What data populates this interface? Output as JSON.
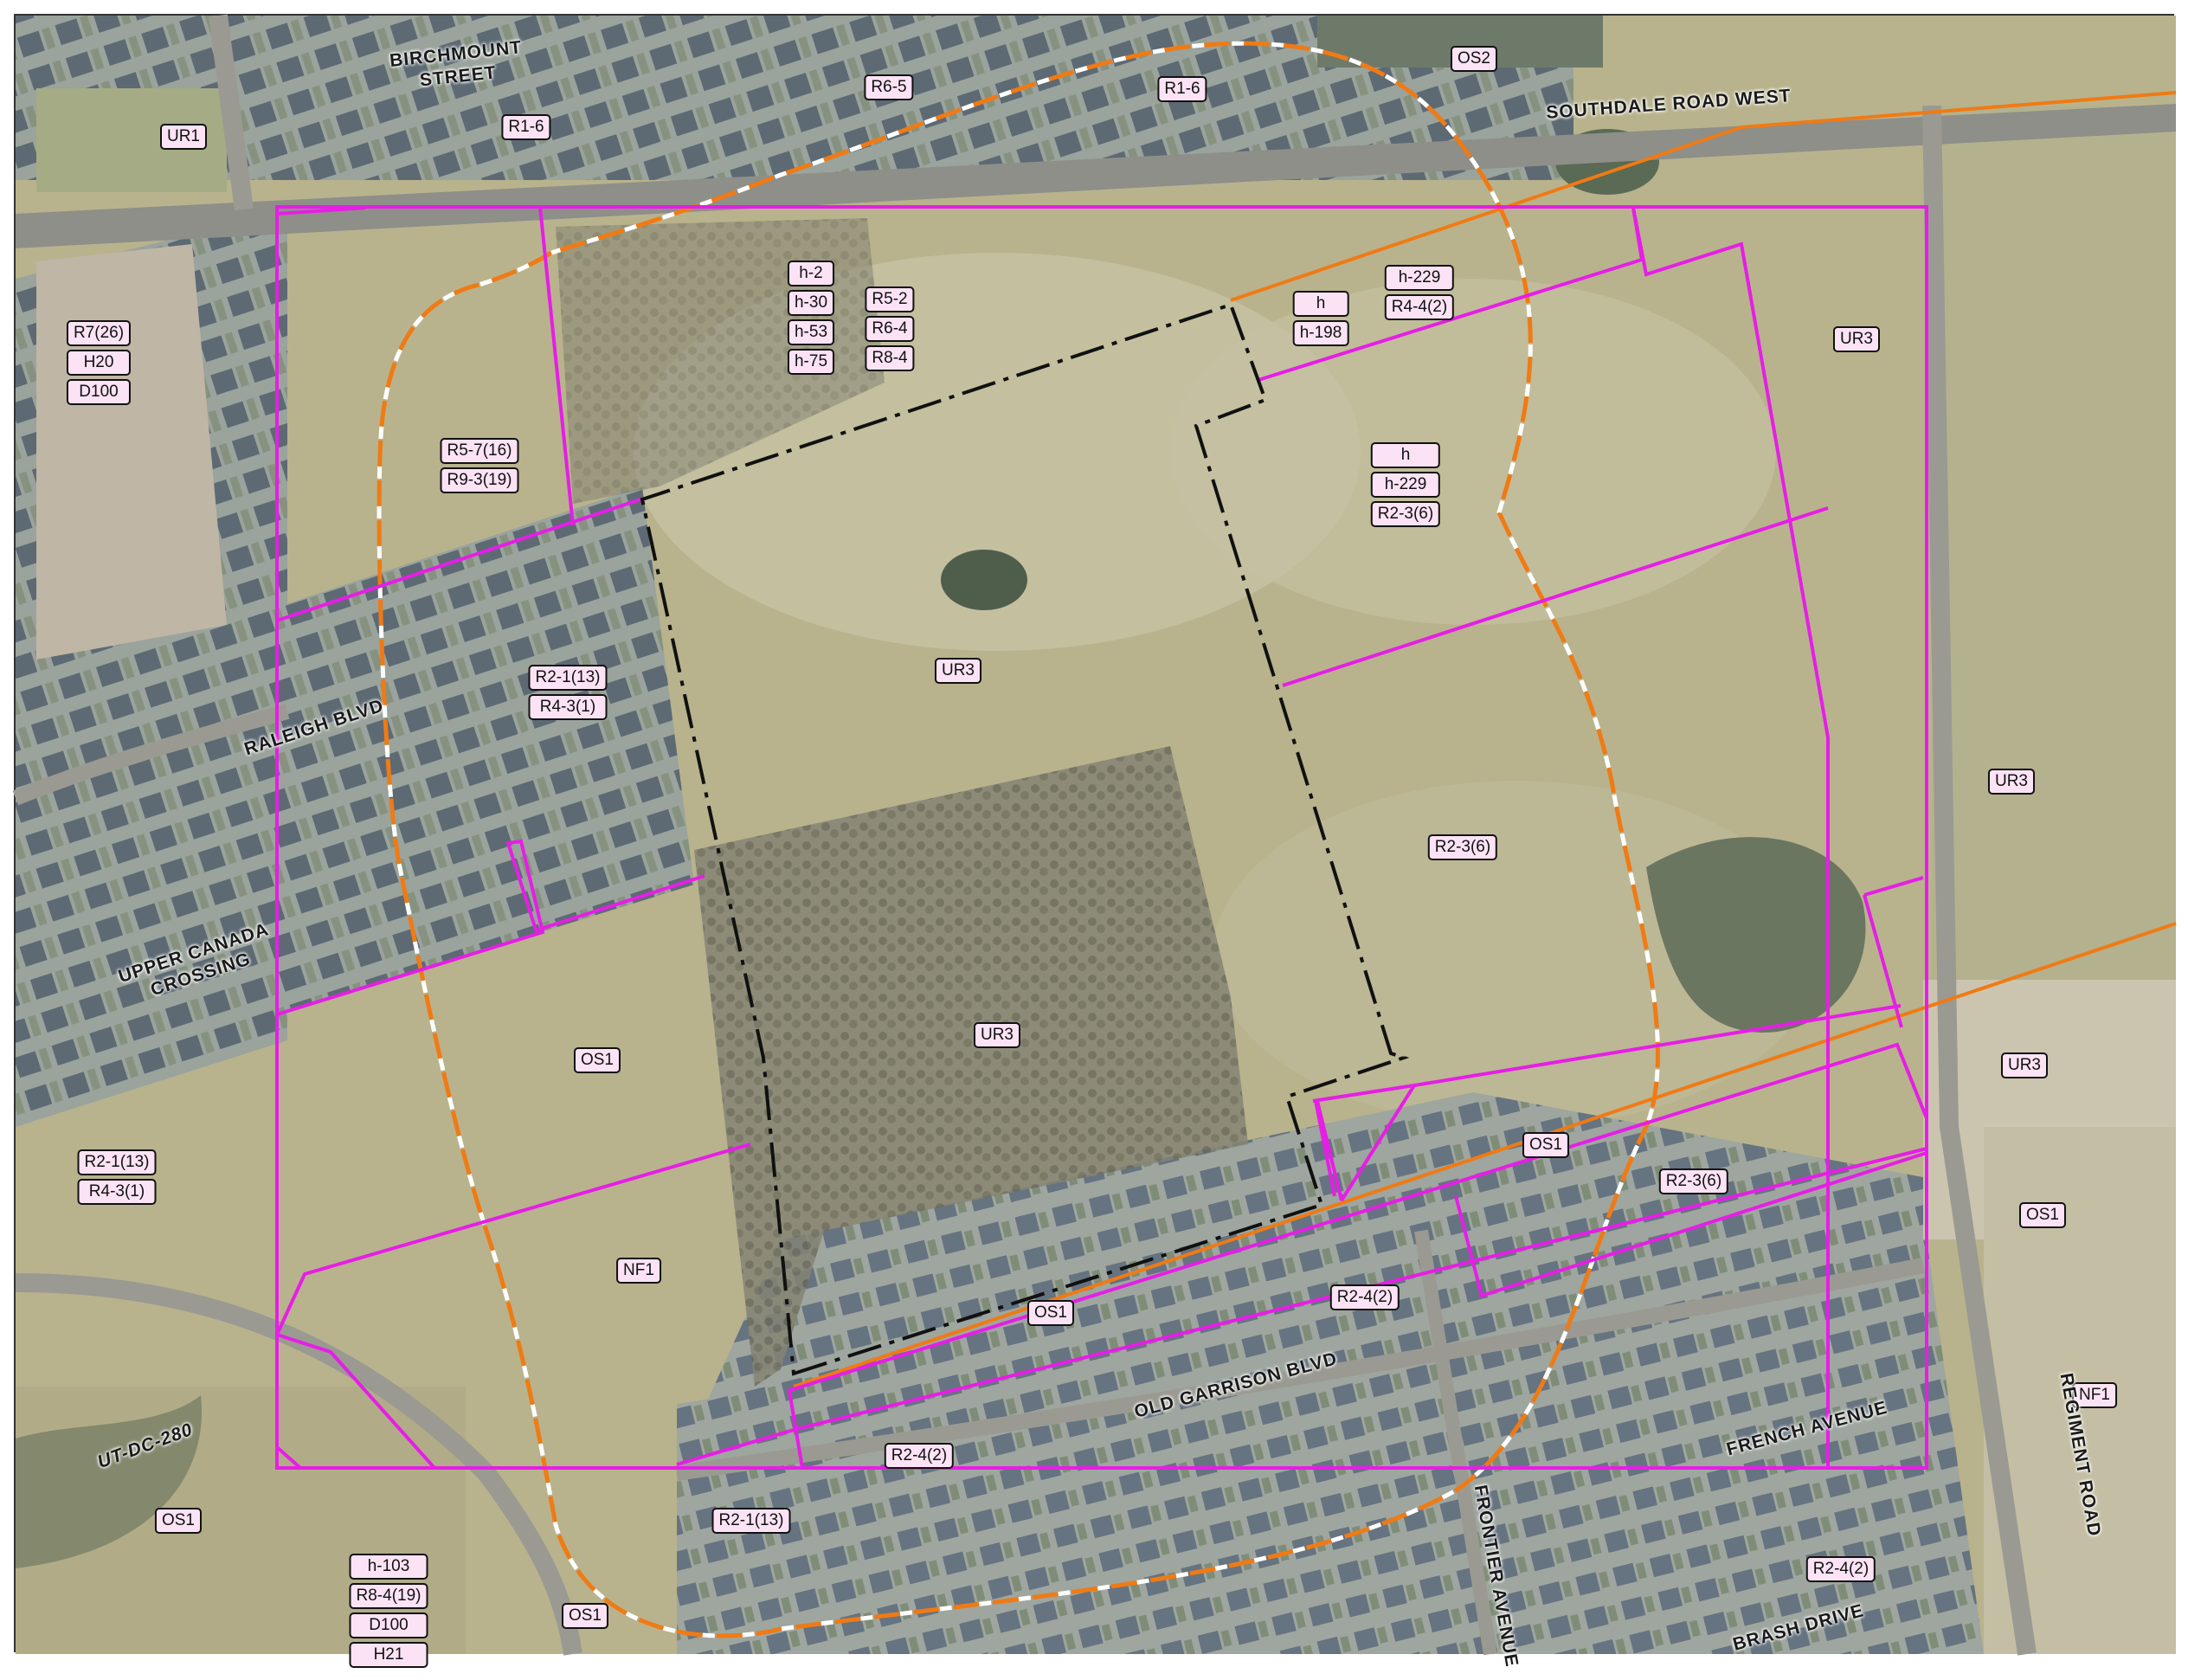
{
  "colors": {
    "zone_boundary": "#e61ee6",
    "buffer_line": "#f07a14",
    "site_line": "#111111",
    "label_fill": "#fbe3f5",
    "field": "#b9b590",
    "road": "#8c8c86",
    "housing": "#6f7d86",
    "trees": "#7a7a68",
    "water": "#5a6a58"
  },
  "streets": {
    "birchmount": "BIRCHMOUNT\nSTREET",
    "southdale": "SOUTHDALE ROAD WEST",
    "raleigh": "RALEIGH BLVD",
    "upper_canada": "UPPER CANADA\nCROSSING",
    "old_garrison": "OLD GARRISON BLVD",
    "french": "FRENCH AVENUE",
    "frontier": "FRONTIER AVENUE",
    "regiment": "REGIMENT ROAD",
    "brash": "BRASH DRIVE",
    "ut_dc": "UT-DC-280"
  },
  "zones": {
    "ur1": "UR1",
    "r1_6_a": "R1-6",
    "r6_5": "R6-5",
    "r1_6_b": "R1-6",
    "os2": "OS2",
    "r7_stack": [
      "R7(26)",
      "H20",
      "D100"
    ],
    "h_stack_nw": [
      "h-2",
      "h-30",
      "h-53",
      "h-75"
    ],
    "r_stack_nw": [
      "R5-2",
      "R6-4",
      "R8-4"
    ],
    "h_198": [
      "h",
      "h-198"
    ],
    "h_229_top": [
      "h-229",
      "R4-4(2)"
    ],
    "ur3_ne": "UR3",
    "r5_r9": [
      "R5-7(16)",
      "R9-3(19)"
    ],
    "h_229_mid": [
      "h",
      "h-229",
      "R2-3(6)"
    ],
    "ur3_center": "UR3",
    "r2_r4_west": [
      "R2-1(13)",
      "R4-3(1)"
    ],
    "ur3_east": "UR3",
    "r2_3_6_mid": "R2-3(6)",
    "ur3_south": "UR3",
    "os1_west": "OS1",
    "ur3_se": "UR3",
    "os1_strip": "OS1",
    "r2_3_6_se": "R2-3(6)",
    "r2_r4_sw": [
      "R2-1(13)",
      "R4-3(1)"
    ],
    "os1_far_east": "OS1",
    "nf1_west": "NF1",
    "os1_south": "OS1",
    "r2_4_2_a": "R2-4(2)",
    "nf1_east": "NF1",
    "r2_4_2_b": "R2-4(2)",
    "os1_sw": "OS1",
    "r2_1_13_s": "R2-1(13)",
    "h103_stack": [
      "h-103",
      "R8-4(19)",
      "D100",
      "H21"
    ],
    "os1_bottom": "OS1",
    "r2_4_2_c": "R2-4(2)"
  }
}
